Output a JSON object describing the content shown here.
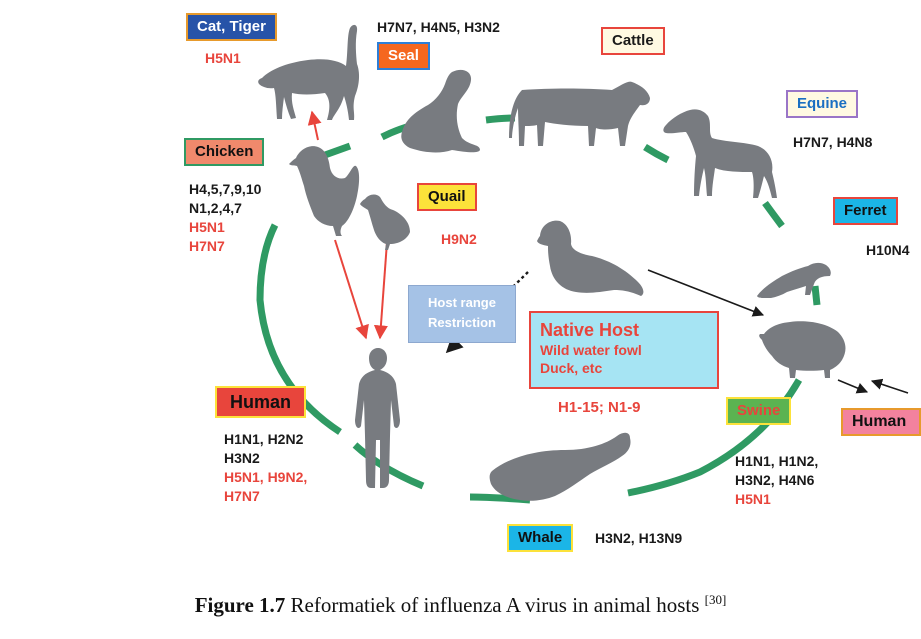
{
  "colors": {
    "cycle_green": "#2f9a63",
    "arrow_red": "#e8453c",
    "silhouette": "#787b80",
    "text_red": "#e8453c"
  },
  "animals": {
    "cat_tiger": {
      "label": "Cat, Tiger",
      "subtypes": [
        "H5N1"
      ]
    },
    "seal": {
      "label": "Seal",
      "subtypes": [
        "H7N7, H4N5, H3N2"
      ]
    },
    "cattle": {
      "label": "Cattle"
    },
    "equine": {
      "label": "Equine",
      "subtypes": [
        "H7N7, H4N8"
      ]
    },
    "ferret": {
      "label": "Ferret",
      "subtypes": [
        "H10N4"
      ]
    },
    "chicken": {
      "label": "Chicken",
      "subtypes_dark": [
        "H4,5,7,9,10",
        "N1,2,4,7"
      ],
      "subtypes_red": [
        "H5N1",
        "H7N7"
      ]
    },
    "quail": {
      "label": "Quail",
      "subtypes": [
        "H9N2"
      ]
    },
    "human_main": {
      "label": "Human",
      "subtypes_dark": [
        "H1N1, H2N2",
        "H3N2"
      ],
      "subtypes_red": [
        "H5N1, H9N2,",
        "H7N7"
      ]
    },
    "swine": {
      "label": "Swine",
      "subtypes_dark": [
        "H1N1, H1N2,",
        "H3N2, H4N6"
      ],
      "subtypes_red": [
        "H5N1"
      ]
    },
    "human_right": {
      "label": "Human"
    },
    "whale": {
      "label": "Whale",
      "subtypes": [
        "H3N2, H13N9"
      ]
    }
  },
  "host_range": [
    "Host range",
    "Restriction"
  ],
  "native_host": {
    "title": "Native Host",
    "lines": [
      "Wild water fowl",
      "Duck, etc"
    ],
    "subtypes": "H1-15; N1-9"
  },
  "caption": {
    "bold": "Figure 1.7",
    "text": " Reformatiek of influenza A virus in animal hosts ",
    "ref": "[30]"
  }
}
